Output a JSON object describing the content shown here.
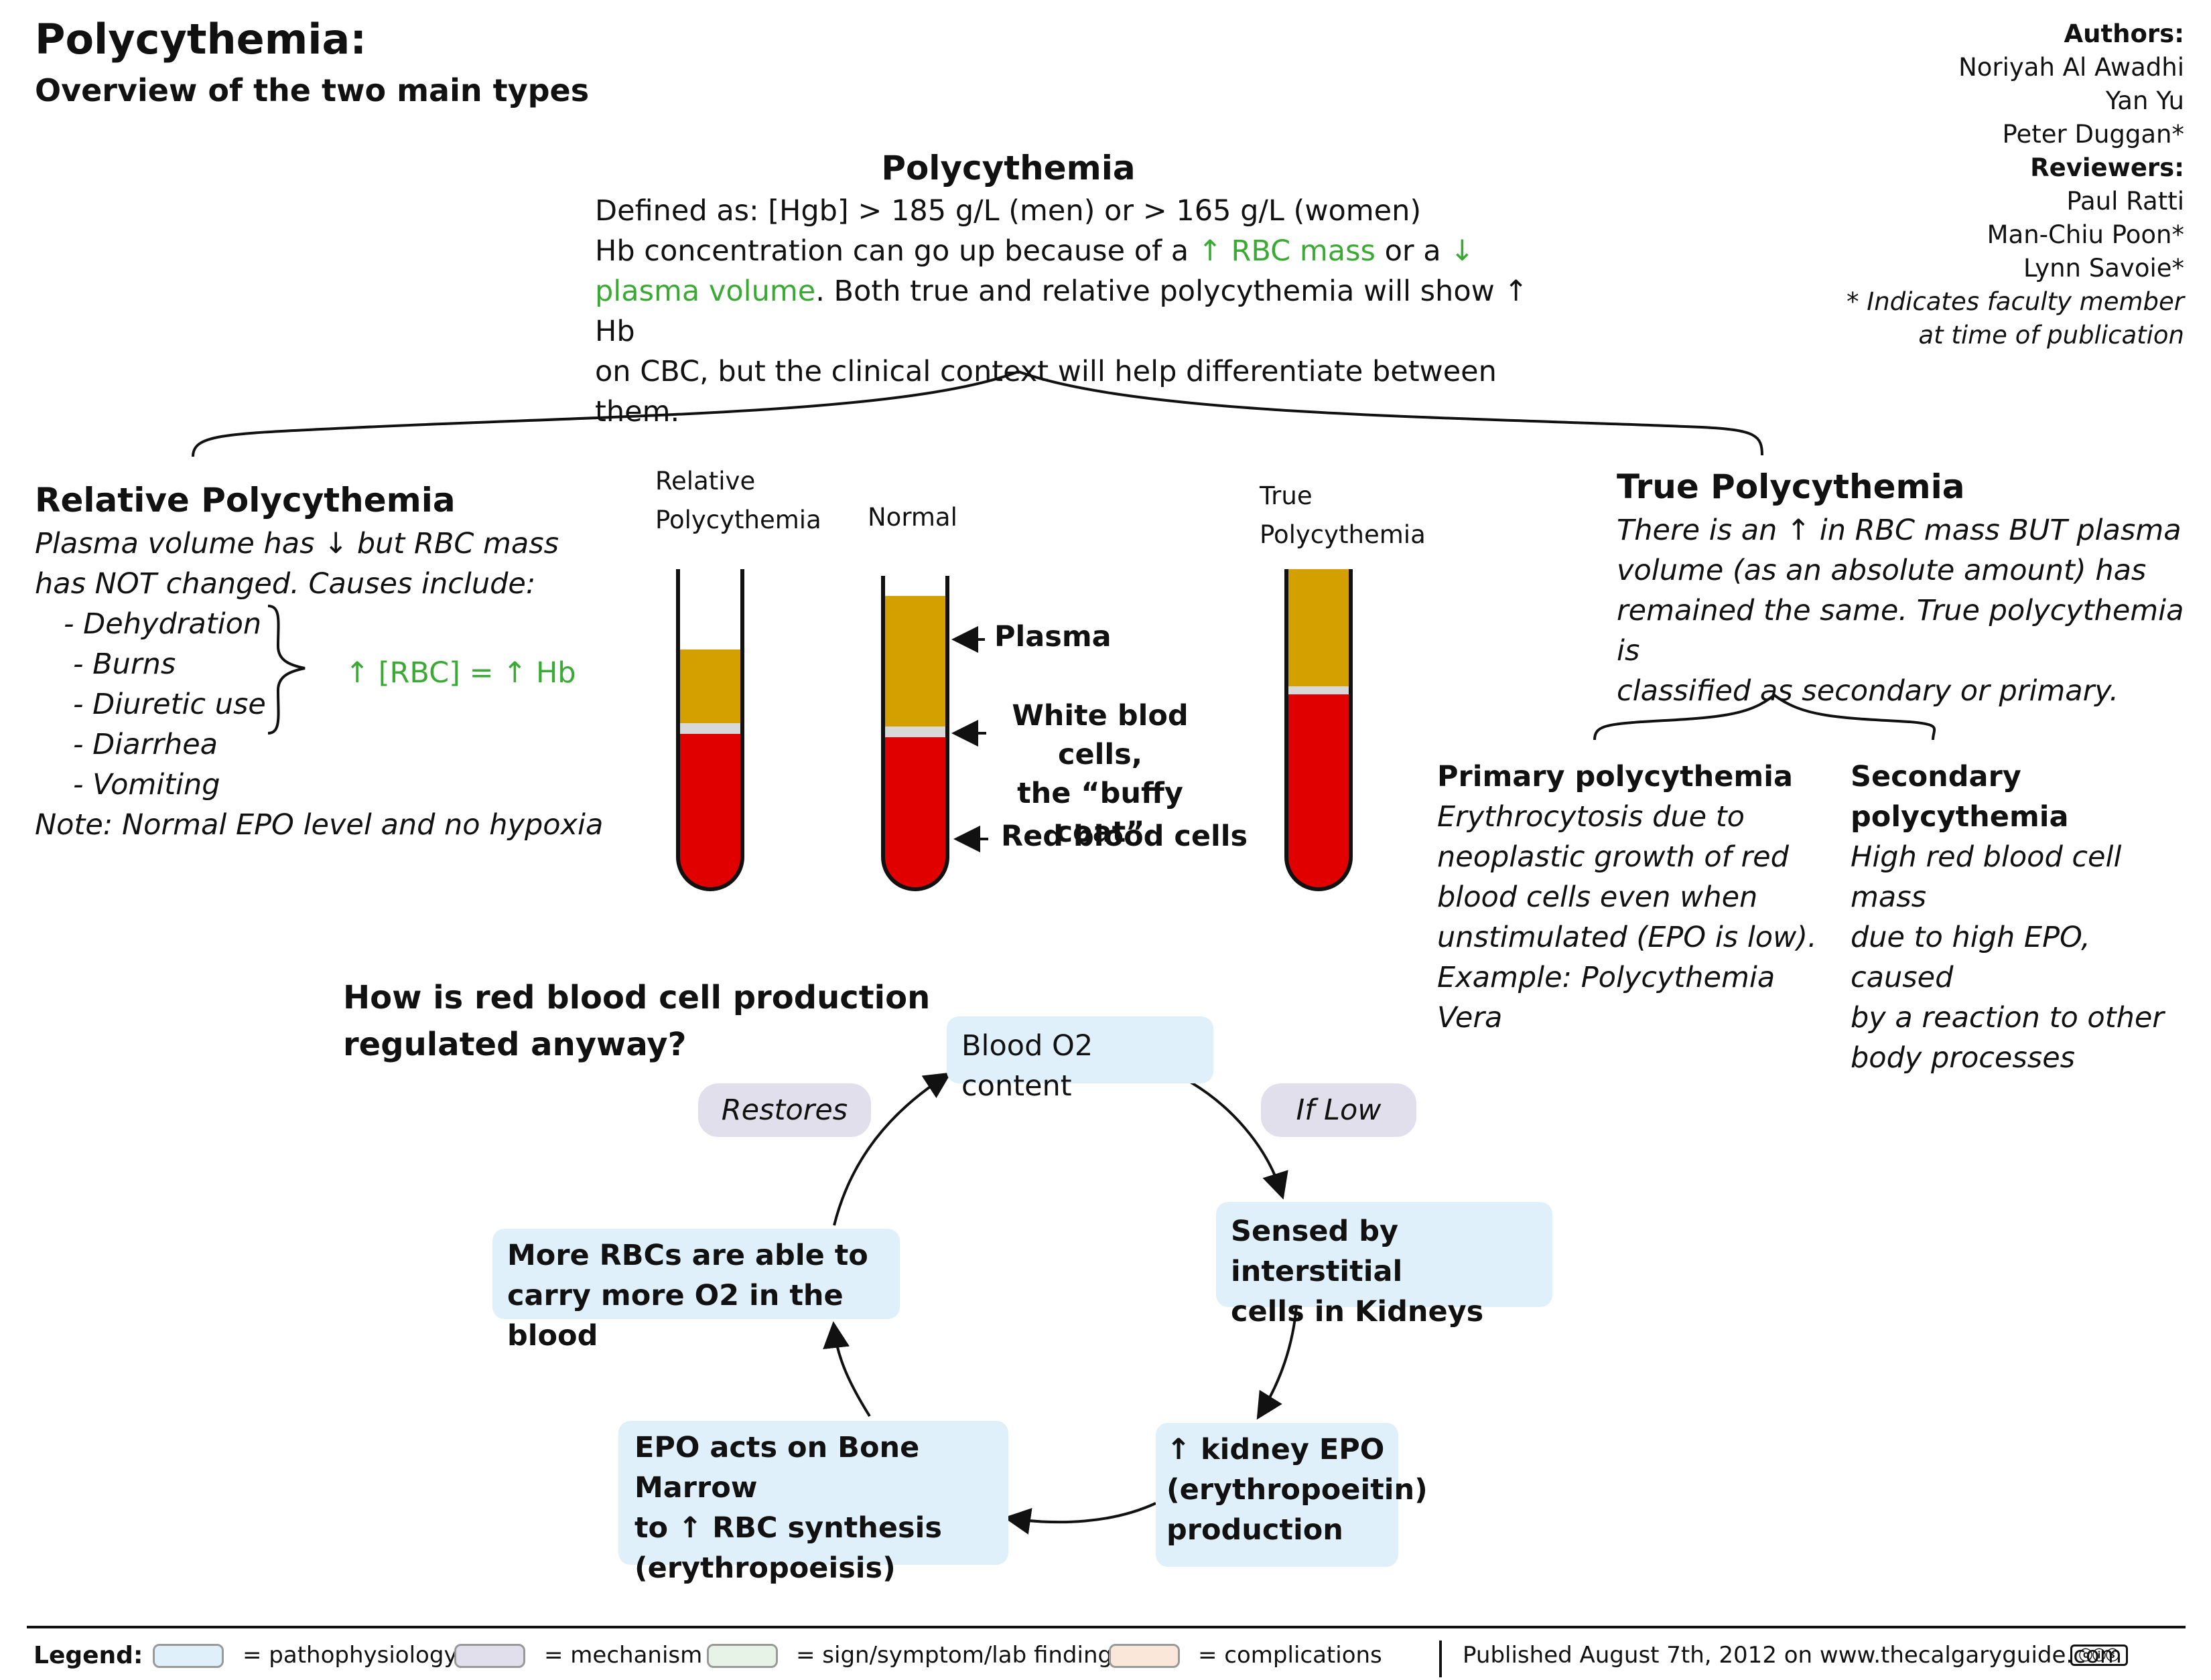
{
  "header": {
    "title": "Polycythemia:",
    "subtitle": "Overview of the two main types"
  },
  "credits": {
    "authors_label": "Authors:",
    "authors": [
      "Noriyah Al Awadhi",
      "Yan Yu",
      "Peter Duggan*"
    ],
    "reviewers_label": "Reviewers:",
    "reviewers": [
      "Paul Ratti",
      "Man-Chiu Poon*",
      "Lynn Savoie*"
    ],
    "note_line1": "* Indicates faculty member",
    "note_line2": "at time of publication"
  },
  "definition": {
    "heading": "Polycythemia",
    "line1": "Defined as: [Hgb] > 185 g/L (men) or > 165 g/L (women)",
    "line2_a": "Hb concentration can go up because of a ",
    "line2_green": "↑ RBC mass",
    "line2_b": " or a ",
    "line2_arrow": "↓",
    "line3_green": "plasma volume",
    "line3_b": ". Both true and relative polycythemia will show ↑ Hb",
    "line4": "on CBC, but the clinical context will help differentiate between them."
  },
  "relative": {
    "heading": "Relative Polycythemia",
    "line1": "Plasma volume has ↓ but RBC mass",
    "line2": "has NOT changed. Causes include:",
    "causes": [
      "- Dehydration",
      "- Burns",
      "- Diuretic use",
      "- Diarrhea",
      "- Vomiting"
    ],
    "brace_result": "↑ [RBC] = ↑ Hb",
    "note": "Note: Normal EPO level and no hypoxia"
  },
  "tubes": {
    "relative_label_1": "Relative",
    "relative_label_2": "Polycythemia",
    "normal_label": "Normal",
    "true_label_1": "True",
    "true_label_2": "Polycythemia",
    "plasma": "Plasma",
    "wbc_1": "White blod cells,",
    "wbc_2": "the “buffy coat”",
    "rbc": "Red blood cells",
    "colors": {
      "plasma": "#d4a000",
      "buffy": "#d8d8d8",
      "rbc": "#e00000"
    }
  },
  "true_poly": {
    "heading": "True Polycythemia",
    "lines": [
      "There is an ↑ in RBC mass BUT plasma",
      "volume (as an absolute amount) has",
      "remained the same. True polycythemia is",
      "classified as secondary or primary."
    ],
    "primary_heading": "Primary polycythemia",
    "primary_lines": [
      "Erythrocytosis due to",
      "neoplastic growth of red",
      "blood cells even when",
      "unstimulated (EPO is low).",
      "Example: Polycythemia Vera"
    ],
    "secondary_heading_1": "Secondary",
    "secondary_heading_2": "polycythemia",
    "secondary_lines": [
      "High red blood cell mass",
      "due to high EPO, caused",
      "by a reaction to other",
      "body processes"
    ]
  },
  "cycle": {
    "question_1": "How is red blood cell production",
    "question_2": "regulated anyway?",
    "blood_o2": "Blood O2 content",
    "if_low": "If Low",
    "restores": "Restores",
    "sensed_1": "Sensed by interstitial",
    "sensed_2": "cells in Kidneys",
    "epo_1": "↑ kidney EPO",
    "epo_2": "(erythropoeitin)",
    "epo_3": "production",
    "marrow_1": "EPO acts on Bone Marrow",
    "marrow_2": "to ↑ RBC synthesis",
    "marrow_3": "(erythropoeisis)",
    "more_rbc_1": "More RBCs are able to",
    "more_rbc_2": "carry more O2 in the blood"
  },
  "legend": {
    "label": "Legend:",
    "pathophysiology": "= pathophysiology",
    "mechanism": "= mechanism",
    "sign": "= sign/symptom/lab finding",
    "complications": "= complications",
    "published": "Published August 7th, 2012 on www.thecalgaryguide.com",
    "colors": {
      "pathophysiology": "#dff0fa",
      "mechanism": "#e1dfec",
      "sign": "#e6f3e6",
      "complications": "#fbe6da"
    }
  }
}
